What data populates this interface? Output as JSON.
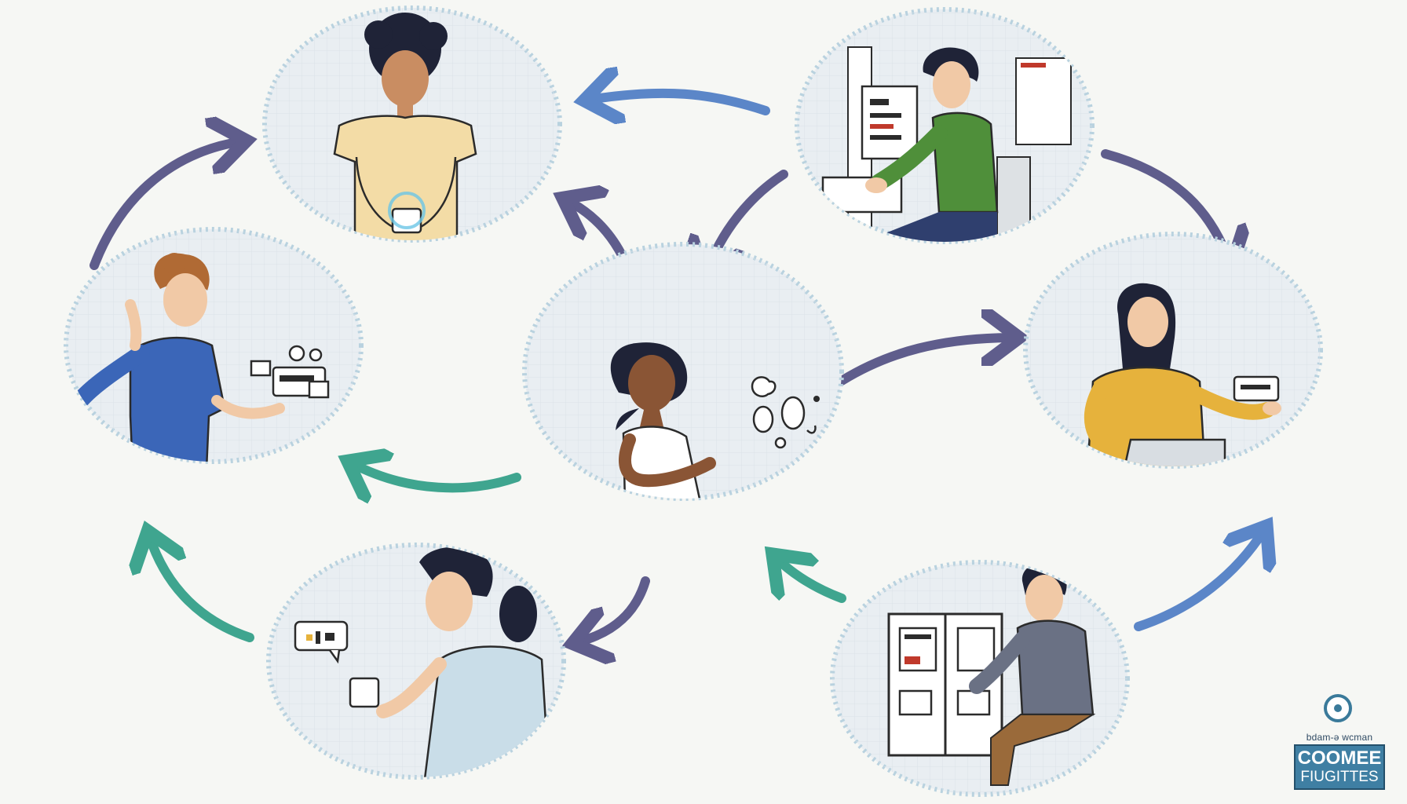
{
  "diagram": {
    "nodes": [
      {
        "id": "top-left",
        "person": "curly-haired person in beige t-shirt holding glowing phone"
      },
      {
        "id": "top-right",
        "person": "person in green sweater typing at computer workstation"
      },
      {
        "id": "middle-left",
        "person": "person in blue t-shirt pointing at floating interface"
      },
      {
        "id": "center",
        "person": "woman in white top with thought bubbles"
      },
      {
        "id": "middle-right",
        "person": "woman in yellow sweater using laptop"
      },
      {
        "id": "bottom-left",
        "person": "person with ponytail holding device with speech bubble"
      },
      {
        "id": "bottom-right",
        "person": "person in grey sweater sitting at board"
      }
    ],
    "arrows": [
      {
        "from": "top-right",
        "to": "top-left",
        "color": "#5b86c8"
      },
      {
        "from": "middle-left",
        "to": "top-left",
        "color": "#5f5d8c"
      },
      {
        "from": "center",
        "to": "top-left",
        "color": "#5f5d8c"
      },
      {
        "from": "top-right",
        "to": "center",
        "color": "#5f5d8c"
      },
      {
        "from": "top-right",
        "to": "middle-right",
        "color": "#5f5d8c"
      },
      {
        "from": "center",
        "to": "middle-right",
        "color": "#5f5d8c"
      },
      {
        "from": "center",
        "to": "middle-left",
        "color": "#3fa58f"
      },
      {
        "from": "bottom-left",
        "to": "middle-left",
        "color": "#3fa58f"
      },
      {
        "from": "center",
        "to": "bottom-left",
        "color": "#5f5d8c"
      },
      {
        "from": "bottom-right",
        "to": "center",
        "color": "#3fa58f"
      },
      {
        "from": "bottom-right",
        "to": "middle-right",
        "color": "#5b86c8"
      }
    ]
  },
  "logo": {
    "icon": "circular-emblem-icon",
    "small_text": "bdam-ə wcman",
    "line1": "COOMEE",
    "line2": "FIUGITTES",
    "color": "#3f7fa3"
  }
}
